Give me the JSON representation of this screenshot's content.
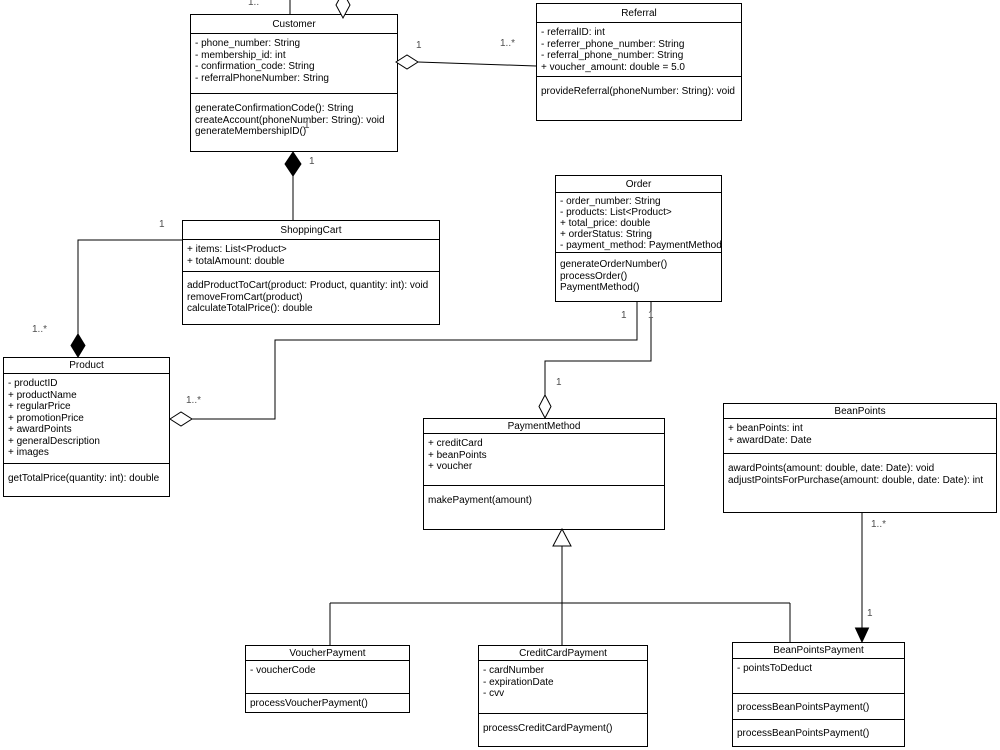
{
  "diagram_type": "uml-class-diagram",
  "colors": {
    "line": "#000000",
    "box_fill": "#ffffff",
    "text": "#000000",
    "label_text": "#4d4d4d",
    "background": "#ffffff"
  },
  "classes": {
    "customer": {
      "name": "Customer",
      "attributes": [
        "- phone_number: String",
        "- membership_id: int",
        "- confirmation_code: String",
        "- referralPhoneNumber: String"
      ],
      "methods": [
        "generateConfirmationCode(): String",
        "createAccount(phoneNumber: String): void",
        "generateMembershipID()"
      ]
    },
    "referral": {
      "name": "Referral",
      "attributes": [
        "- referralID: int",
        "- referrer_phone_number: String",
        "- referral_phone_number: String",
        "+ voucher_amount: double = 5.0"
      ],
      "methods": [
        "provideReferral(phoneNumber: String): void"
      ]
    },
    "shopping_cart": {
      "name": "ShoppingCart",
      "attributes": [
        "+ items: List<Product>",
        "+ totalAmount: double"
      ],
      "methods": [
        "addProductToCart(product: Product, quantity: int): void",
        "removeFromCart(product)",
        "calculateTotalPrice(): double"
      ]
    },
    "order": {
      "name": "Order",
      "attributes": [
        "- order_number: String",
        "- products: List<Product>",
        "+ total_price: double",
        "+ orderStatus: String",
        "- payment_method: PaymentMethod"
      ],
      "methods": [
        "generateOrderNumber()",
        "processOrder()",
        "PaymentMethod()"
      ]
    },
    "product": {
      "name": "Product",
      "attributes": [
        "- productID",
        "+ productName",
        "+ regularPrice",
        "+ promotionPrice",
        "+ awardPoints",
        "+ generalDescription",
        "+ images"
      ],
      "methods": [
        "getTotalPrice(quantity: int): double"
      ]
    },
    "payment_method": {
      "name": "PaymentMethod",
      "attributes": [
        "+ creditCard",
        "+ beanPoints",
        "+ voucher"
      ],
      "methods": [
        "makePayment(amount)"
      ]
    },
    "bean_points": {
      "name": "BeanPoints",
      "attributes": [
        "+ beanPoints: int",
        "+ awardDate: Date"
      ],
      "methods": [
        "awardPoints(amount: double, date: Date): void",
        "adjustPointsForPurchase(amount: double, date: Date): int"
      ]
    },
    "voucher_payment": {
      "name": "VoucherPayment",
      "attributes": [
        "- voucherCode"
      ],
      "methods": [
        "processVoucherPayment()"
      ]
    },
    "credit_card_payment": {
      "name": "CreditCardPayment",
      "attributes": [
        "- cardNumber",
        "- expirationDate",
        "- cvv"
      ],
      "methods": [
        "processCreditCardPayment()"
      ]
    },
    "bean_points_payment": {
      "name": "BeanPointsPayment",
      "attributes": [
        "- pointsToDeduct"
      ],
      "methods": [
        "processBeanPointsPayment()"
      ],
      "methods2": [
        "processBeanPointsPayment()"
      ]
    }
  },
  "labels": [
    {
      "id": "top-edge-multiplicity",
      "text": "1.."
    },
    {
      "id": "customer-referral-customer-side",
      "text": "1"
    },
    {
      "id": "customer-referral-referral-side",
      "text": "1..*"
    },
    {
      "id": "customer-cart-inner",
      "text": "1"
    },
    {
      "id": "customer-cart-customer-side",
      "text": "1"
    },
    {
      "id": "cart-product-cart-side",
      "text": "1"
    },
    {
      "id": "cart-product-product-side",
      "text": "1..*"
    },
    {
      "id": "product-order-product-side",
      "text": "1..*"
    },
    {
      "id": "product-order-order-side",
      "text": "1"
    },
    {
      "id": "order-payment-order-side",
      "text": "1"
    },
    {
      "id": "order-payment-payment-side",
      "text": "1"
    },
    {
      "id": "beanpoints-arrow-points-side",
      "text": "1..*"
    },
    {
      "id": "beanpoints-arrow-payment-side",
      "text": "1"
    }
  ]
}
